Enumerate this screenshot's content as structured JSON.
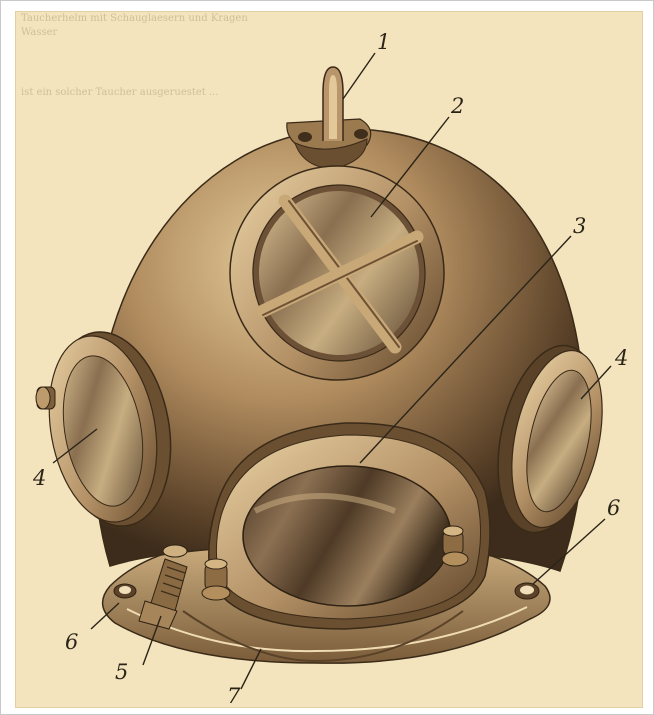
{
  "figure": {
    "title": "",
    "callouts": [
      {
        "id": "c1",
        "text": "1"
      },
      {
        "id": "c2",
        "text": "2"
      },
      {
        "id": "c3",
        "text": "3"
      },
      {
        "id": "c4a",
        "text": "4"
      },
      {
        "id": "c4b",
        "text": "4"
      },
      {
        "id": "c5",
        "text": "5"
      },
      {
        "id": "c6a",
        "text": "6"
      },
      {
        "id": "c6b",
        "text": "6"
      },
      {
        "id": "c7",
        "text": "7"
      }
    ]
  },
  "colors": {
    "paper": "#f3e4bd",
    "bronze_light": "#d9bd8a",
    "bronze_mid": "#a88358",
    "bronze_dark": "#4e3a25",
    "glass": "#6f5a42",
    "ink": "#2a2418"
  },
  "background_text": {
    "line1": "Taucherhelm mit Schauglaesern und Kragen",
    "line2": "Wasser",
    "line3": "ist ein solcher Taucher ausgeruestet ..."
  }
}
